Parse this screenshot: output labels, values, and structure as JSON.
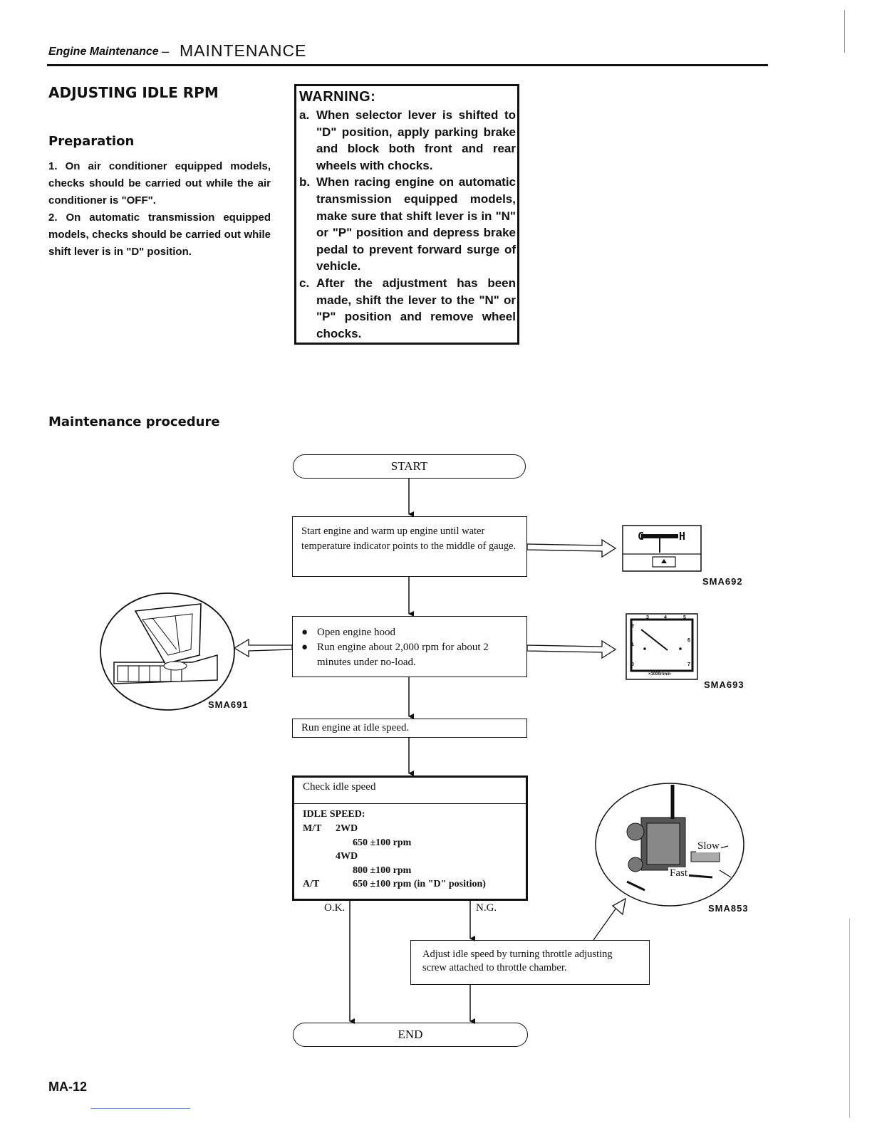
{
  "header": {
    "section": "Engine Maintenance",
    "dash": "–",
    "chapter": "MAINTENANCE"
  },
  "title": "ADJUSTING IDLE RPM",
  "preparation": {
    "heading": "Preparation",
    "items": [
      "1.  On air conditioner equipped models, checks should be carried out while the air conditioner is \"OFF\".",
      "2.  On automatic transmission equipped models, checks should be carried out while shift lever is in \"D\" position."
    ]
  },
  "warning": {
    "title": "WARNING:",
    "items": [
      {
        "letter": "a.",
        "text": "When selector lever is shifted to \"D\" position, apply parking brake and block both front and rear wheels with chocks."
      },
      {
        "letter": "b.",
        "text": "When racing engine on automatic transmission equipped models, make sure that shift lever is in \"N\" or \"P\" position and depress brake pedal to prevent forward surge of vehicle."
      },
      {
        "letter": "c.",
        "text": "After the adjustment has been made, shift the lever to the \"N\" or \"P\" position and remove wheel chocks."
      }
    ]
  },
  "procedure_heading": "Maintenance procedure",
  "flow": {
    "start": "START",
    "step1": "Start engine and warm up engine until water temperature indicator points to the middle of gauge.",
    "step2_bullets": [
      "Open engine hood",
      "Run engine about 2,000 rpm for about 2 minutes under no-load."
    ],
    "step3": "Run engine at idle speed.",
    "step4_title": "Check idle speed",
    "idle": {
      "heading": "IDLE SPEED:",
      "mt": "M/T",
      "wd2": "2WD",
      "wd2_val": "650 ±100 rpm",
      "wd4": "4WD",
      "wd4_val": "800 ±100 rpm",
      "at": "A/T",
      "at_val": "650 ±100 rpm (in \"D\" position)"
    },
    "ok": "O.K.",
    "ng": "N.G.",
    "adjust": "Adjust idle speed by turning throttle adjusting screw attached to throttle chamber.",
    "end": "END"
  },
  "figures": {
    "sma692": "SMA692",
    "sma693": "SMA693",
    "sma691": "SMA691",
    "sma853": "SMA853",
    "gauge_c": "C",
    "gauge_h": "H",
    "tach_ticks": [
      "0",
      "1",
      "2",
      "3",
      "4",
      "5",
      "6",
      "7"
    ],
    "tach_unit": "×1000r/min",
    "carb_slow": "Slow",
    "carb_fast": "Fast"
  },
  "page_number": "MA-12"
}
